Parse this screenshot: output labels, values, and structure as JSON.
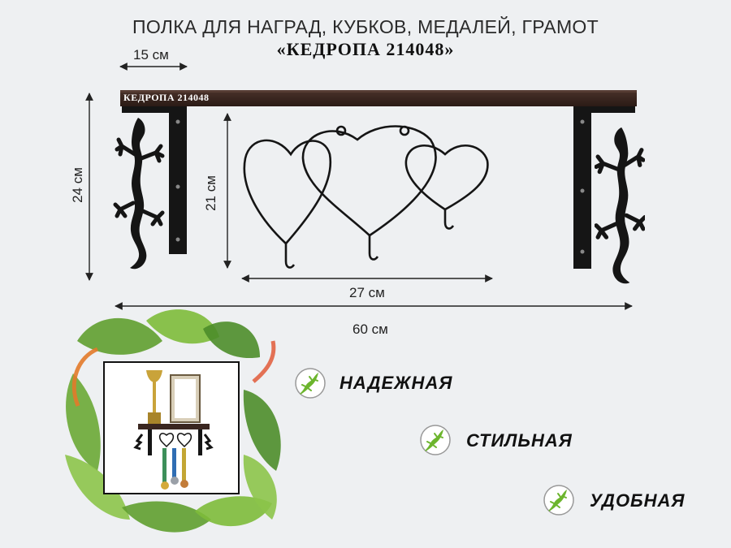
{
  "title_line1": "ПОЛКА ДЛЯ НАГРАД, КУБКОВ, МЕДАЛЕЙ, ГРАМОТ",
  "title_line2": "«КЕДРОПА 214048»",
  "shelf_brand": "КЕДРОПА 214048",
  "dimensions": {
    "depth": "15 см",
    "height_total": "24 см",
    "height_hooks": "21 см",
    "width_hooks": "27 см",
    "width_total": "60 см"
  },
  "features": [
    "НАДЕЖНАЯ",
    "СТИЛЬНАЯ",
    "УДОБНАЯ"
  ],
  "colors": {
    "shelf_wood": "#3a2620",
    "metal": "#151515",
    "leaf_green": "#5f9f2f",
    "background": "#eef0f2"
  }
}
